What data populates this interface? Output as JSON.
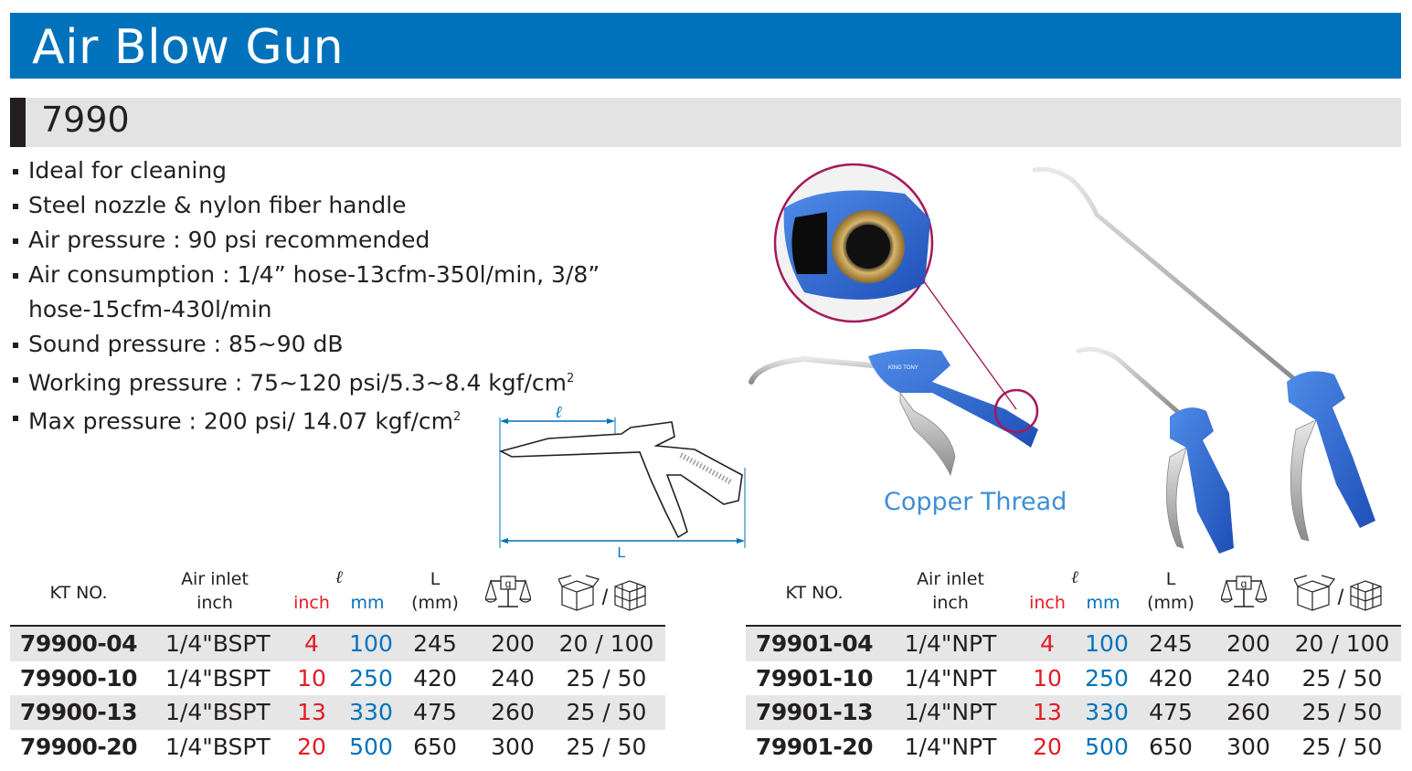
{
  "header": {
    "title": "Air Blow Gun",
    "model": "7990"
  },
  "features": [
    {
      "text": "Ideal for cleaning",
      "sup": ""
    },
    {
      "text": "Steel nozzle & nylon fiber handle",
      "sup": ""
    },
    {
      "text": "Air pressure : 90 psi recommended",
      "sup": ""
    },
    {
      "text": "Air consumption : 1/4” hose-13cfm-350l/min, 3/8” hose-15cfm-430l/min",
      "sup": ""
    },
    {
      "text": "Sound pressure : 85~90 dB",
      "sup": ""
    },
    {
      "text": "Working pressure : 75~120 psi/5.3~8.4 kgf/cm",
      "sup": "2"
    },
    {
      "text": "Max pressure : 200 psi/ 14.07 kgf/cm",
      "sup": "2"
    }
  ],
  "diagram": {
    "short_length_label": "ℓ",
    "total_length_label": "L",
    "brand": "KING TONY"
  },
  "photo": {
    "callout_label": "Copper Thread"
  },
  "columns": {
    "kt_no": "KT NO.",
    "air_inlet_1": "Air inlet",
    "air_inlet_2": "inch",
    "ell": "ℓ",
    "ell_inch": "inch",
    "ell_mm": "mm",
    "L": "L",
    "L_unit": "(mm)",
    "weight_unit": "g",
    "weight_icon": "scale-icon",
    "pack_icon": "box-icon",
    "pack_separator": "/"
  },
  "colors": {
    "title_bar": "#0072bc",
    "inch_values": "#e31b23",
    "mm_values": "#0072bc",
    "callout": "#a5195a"
  },
  "tables": [
    {
      "rows": [
        {
          "kt": "79900-04",
          "inlet": "1/4\"BSPT",
          "inch": "4",
          "mm": "100",
          "L": "245",
          "weight": "200",
          "pack": "20 / 100"
        },
        {
          "kt": "79900-10",
          "inlet": "1/4\"BSPT",
          "inch": "10",
          "mm": "250",
          "L": "420",
          "weight": "240",
          "pack": "25 / 50"
        },
        {
          "kt": "79900-13",
          "inlet": "1/4\"BSPT",
          "inch": "13",
          "mm": "330",
          "L": "475",
          "weight": "260",
          "pack": "25 / 50"
        },
        {
          "kt": "79900-20",
          "inlet": "1/4\"BSPT",
          "inch": "20",
          "mm": "500",
          "L": "650",
          "weight": "300",
          "pack": "25 / 50"
        }
      ]
    },
    {
      "rows": [
        {
          "kt": "79901-04",
          "inlet": "1/4\"NPT",
          "inch": "4",
          "mm": "100",
          "L": "245",
          "weight": "200",
          "pack": "20 / 100"
        },
        {
          "kt": "79901-10",
          "inlet": "1/4\"NPT",
          "inch": "10",
          "mm": "250",
          "L": "420",
          "weight": "240",
          "pack": "25 / 50"
        },
        {
          "kt": "79901-13",
          "inlet": "1/4\"NPT",
          "inch": "13",
          "mm": "330",
          "L": "475",
          "weight": "260",
          "pack": "25 / 50"
        },
        {
          "kt": "79901-20",
          "inlet": "1/4\"NPT",
          "inch": "20",
          "mm": "500",
          "L": "650",
          "weight": "300",
          "pack": "25 / 50"
        }
      ]
    }
  ]
}
